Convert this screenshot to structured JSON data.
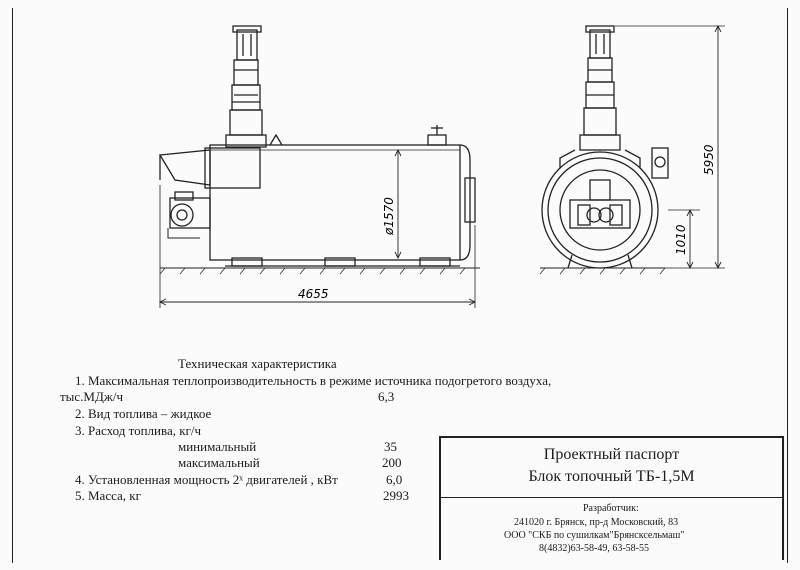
{
  "drawing": {
    "dim_length": "4655",
    "dim_diameter": "ø1570",
    "dim_height": "5950",
    "dim_axis": "1010"
  },
  "specs": {
    "heading": "Техническая характеристика",
    "item1_text": "1.  Максимальная теплопроизводительность в режиме источника подогретого воздуха,",
    "item1_unit": "тыс.МДж/ч",
    "item1_value": "6,3",
    "item2_text": "2.  Вид топлива – жидкое",
    "item3_text": "3.  Расход топлива, кг/ч",
    "item3_min_label": "минимальный",
    "item3_min_value": "35",
    "item3_max_label": "максимальный",
    "item3_max_value": "200",
    "item4_text": "4.    Установленная мощность 2ˣ двигателей , кВт",
    "item4_value": "6,0",
    "item5_text": "5.    Масса, кг",
    "item5_value": "2993"
  },
  "title_block": {
    "line1": "Проектный паспорт",
    "line2": "Блок топочный ТБ-1,5М",
    "developer_label": "Разработчик:",
    "address": "241020 г. Брянск, пр-д Московский, 83",
    "company": "ООО \"СКБ по сушилкам\"Брянсксельмаш\"",
    "phones": "8(4832)63-58-49, 63-58-55"
  }
}
